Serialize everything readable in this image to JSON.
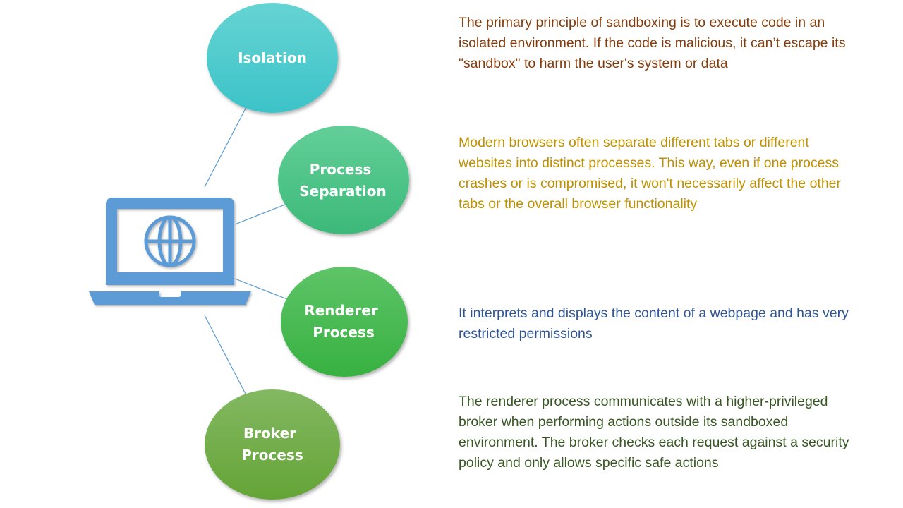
{
  "colors": {
    "laptop": "#5b9bd5",
    "connector": "#5b9bd5",
    "isolation_top": "#66d3d3",
    "isolation_bottom": "#3cc3c8",
    "separation_top": "#63cf98",
    "separation_bottom": "#3cb979",
    "renderer_top": "#5ec468",
    "renderer_bottom": "#37b140",
    "broker_top": "#83b862",
    "broker_bottom": "#64a436",
    "text_isolation": "#843c0c",
    "text_separation": "#bf9000",
    "text_renderer": "#2f5597",
    "text_broker": "#385723"
  },
  "center_icon": {
    "name": "laptop-globe-icon"
  },
  "nodes": [
    {
      "id": "isolation",
      "label_lines": [
        "Isolation"
      ],
      "description": "The primary principle of sandboxing is to execute code in an isolated environment. If the code is malicious, it can’t escape its \"sandbox\" to harm the user's system or data"
    },
    {
      "id": "process-separation",
      "label_lines": [
        "Process",
        "Separation"
      ],
      "description": "Modern browsers often separate different tabs or different websites into distinct processes.  This way, even if one process crashes or is compromised, it won't necessarily affect the other tabs or the overall browser functionality"
    },
    {
      "id": "renderer-process",
      "label_lines": [
        "Renderer",
        "Process"
      ],
      "description": "It interprets and displays the content of a webpage and has very restricted permissions"
    },
    {
      "id": "broker-process",
      "label_lines": [
        "Broker",
        "Process"
      ],
      "description": "The renderer process communicates with a higher-privileged broker when performing actions outside its sandboxed environment. The broker checks each request against a security policy and only allows specific safe actions"
    }
  ]
}
